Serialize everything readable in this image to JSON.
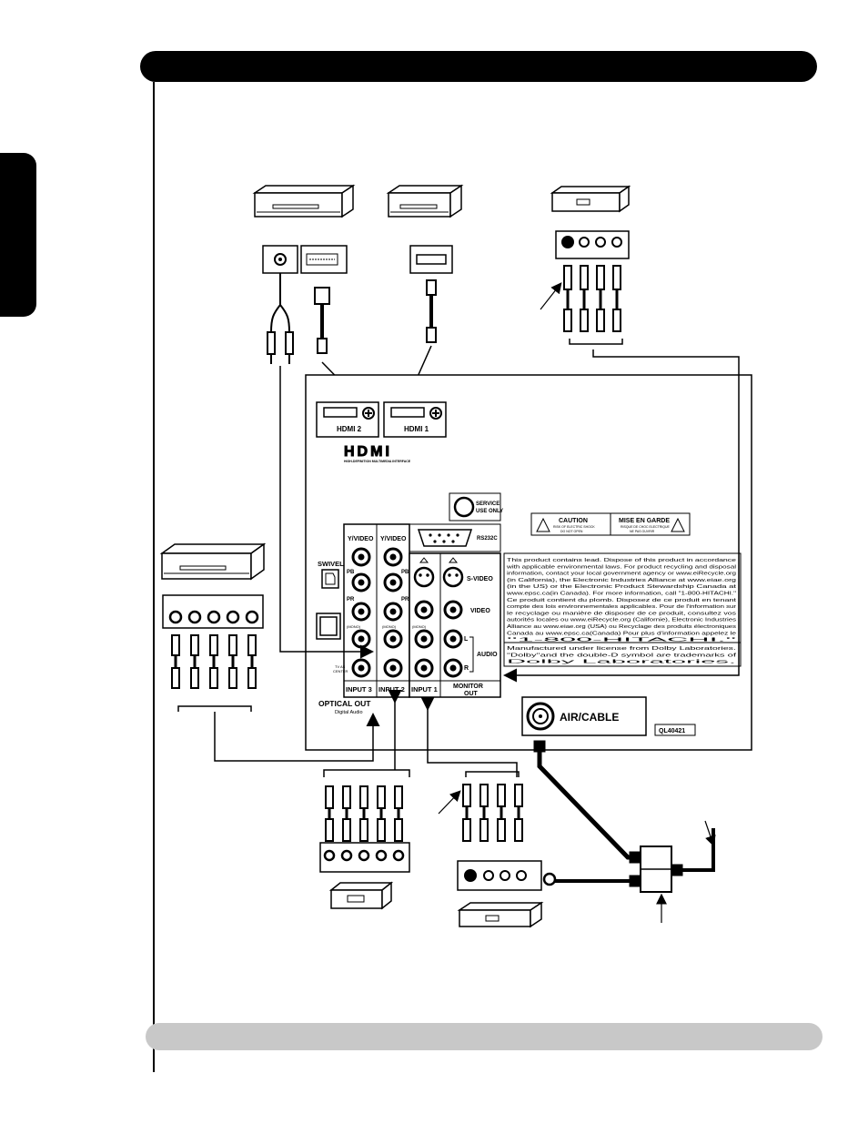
{
  "panel": {
    "hdmi2": "HDMI 2",
    "hdmi1": "HDMI 1",
    "hdmi_logo": "HDMI",
    "hdmi_tag": "HIGH-DEFINITION MULTIMEDIA INTERFACE",
    "service_line1": "SERVICE",
    "service_line2": "USE ONLY",
    "rs232c": "RS232C",
    "caution_title": "CAUTION",
    "caution_sub1": "RISK OF ELECTRIC SHOCK",
    "caution_sub2": "DO NOT OPEN",
    "mise_title": "MISE EN GARDE",
    "mise_sub1": "RISQUE DE CHOC ELECTRIQUE",
    "mise_sub2": "NE PAS OUVRIR",
    "yvideo3": "Y/VIDEO",
    "yvideo2": "Y/VIDEO",
    "pb3": "PB",
    "pr3": "PR",
    "pb2": "PB",
    "pr2": "PR",
    "mono3": "(MONO)",
    "mono2": "(MONO)",
    "mono1": "(MONO)",
    "swivel": "SWIVEL",
    "tv_as_center1": "TV AS",
    "tv_as_center2": "CENTER",
    "svideo": "S-VIDEO",
    "video": "VIDEO",
    "audio": "AUDIO",
    "l": "L",
    "r": "R",
    "input3": "INPUT 3",
    "input2": "INPUT 2",
    "input1": "INPUT 1",
    "monitor_out1": "MONITOR",
    "monitor_out2": "OUT",
    "optical_out": "OPTICAL OUT",
    "digital_audio": "Digital Audio",
    "air_cable": "AIR/CABLE",
    "model": "QL40421",
    "lead_notice": [
      "This product contains lead. Dispose of this product in accordance",
      "with applicable environmental laws. For product recycling and disposal",
      "information, contact your local government agency or www.eiRecycle.org",
      "(in California), the Electronic Industries Alliance at www.eiae.org",
      "(in the US) or the Electronic Product Stewardship Canada at",
      "www.epsc.ca(in Canada). For more information, call \"1-800-HITACHI.\"",
      "Ce produit contient du plomb. Disposez de ce produit en tenant",
      "compte des lois environnementales applicables. Pour de l'information sur",
      "le recyclage ou manière de disposer de ce produit, consultez vos",
      "autorités locales ou www.eiRecycle.org (Californie), Electronic Industries",
      "Alliance au www.eiae.org (USA) ou Recyclage des produits électroniques",
      "Canada au www.epsc.ca(Canada) Pour plus d'information appelez le",
      "\"1-800-HITACHI.\""
    ],
    "dolby_notice": [
      "Manufactured under license from Dolby Laboratories.",
      "\"Dolby\"and the double-D symbol are trademarks of",
      "Dolby  Laboratories."
    ]
  }
}
